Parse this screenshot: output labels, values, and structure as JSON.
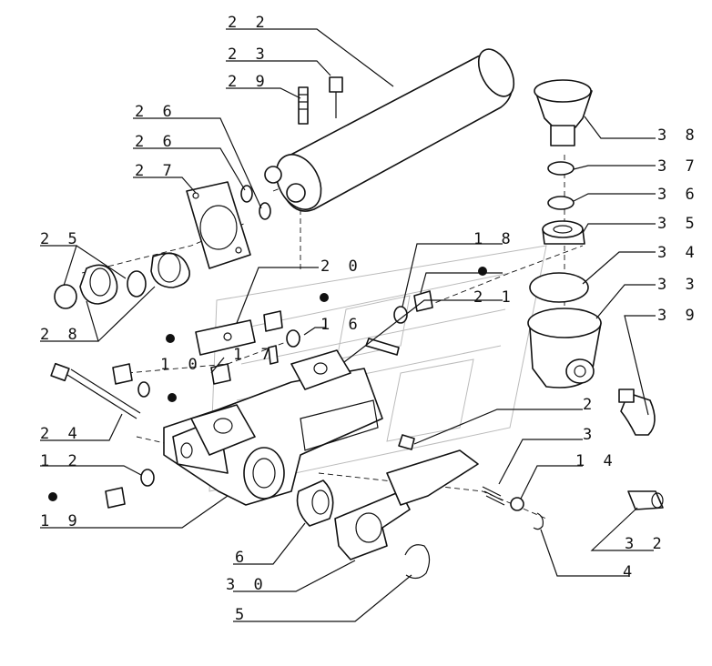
{
  "labels": [
    {
      "id": "22",
      "text": "2 2"
    },
    {
      "id": "23",
      "text": "2 3"
    },
    {
      "id": "29",
      "text": "2 9"
    },
    {
      "id": "26a",
      "text": "2 6"
    },
    {
      "id": "26b",
      "text": "2 6"
    },
    {
      "id": "27",
      "text": "2 7"
    },
    {
      "id": "25",
      "text": "2 5"
    },
    {
      "id": "28",
      "text": "2 8"
    },
    {
      "id": "20",
      "text": "2 0"
    },
    {
      "id": "18",
      "text": "1 8"
    },
    {
      "id": "21",
      "text": "2 1"
    },
    {
      "id": "16",
      "text": "1 6"
    },
    {
      "id": "17",
      "text": "1 7"
    },
    {
      "id": "10",
      "text": "1 0"
    },
    {
      "id": "24",
      "text": "2 4"
    },
    {
      "id": "12",
      "text": "1 2"
    },
    {
      "id": "19",
      "text": "1 9"
    },
    {
      "id": "6",
      "text": "6"
    },
    {
      "id": "30",
      "text": "3 0"
    },
    {
      "id": "5",
      "text": "5"
    },
    {
      "id": "2",
      "text": "2"
    },
    {
      "id": "3",
      "text": "3"
    },
    {
      "id": "14",
      "text": "1 4"
    },
    {
      "id": "4",
      "text": "4"
    },
    {
      "id": "32",
      "text": "3 2"
    },
    {
      "id": "38",
      "text": "3 8"
    },
    {
      "id": "37",
      "text": "3 7"
    },
    {
      "id": "36",
      "text": "3 6"
    },
    {
      "id": "35",
      "text": "3 5"
    },
    {
      "id": "34",
      "text": "3 4"
    },
    {
      "id": "33",
      "text": "3 3"
    },
    {
      "id": "39",
      "text": "3 9"
    }
  ]
}
